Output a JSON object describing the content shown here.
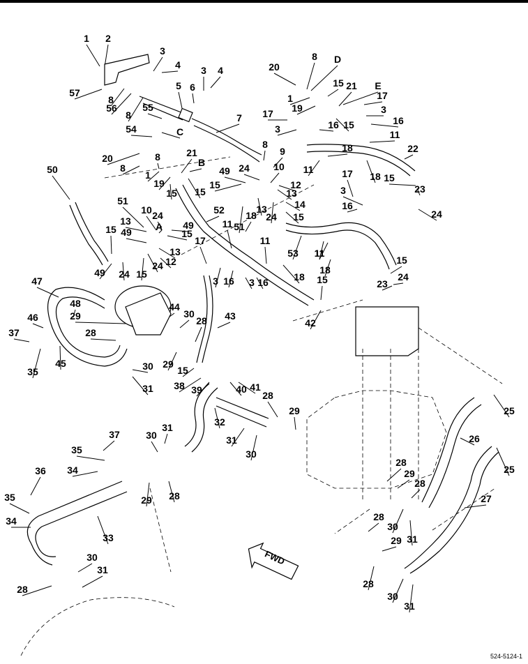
{
  "figure": {
    "id": "524-5124-1",
    "fwd_label": "FWD",
    "callouts": [
      {
        "id": "c1",
        "t": "1"
      },
      {
        "id": "c2",
        "t": "2"
      },
      {
        "id": "c3a",
        "t": "3"
      },
      {
        "id": "c4a",
        "t": "4"
      },
      {
        "id": "c57",
        "t": "57"
      },
      {
        "id": "c8a",
        "t": "8"
      },
      {
        "id": "c56",
        "t": "56"
      },
      {
        "id": "c8b",
        "t": "8"
      },
      {
        "id": "c5",
        "t": "5"
      },
      {
        "id": "c6",
        "t": "6"
      },
      {
        "id": "c3b",
        "t": "3"
      },
      {
        "id": "c4b",
        "t": "4"
      },
      {
        "id": "c55",
        "t": "55"
      },
      {
        "id": "c7",
        "t": "7"
      },
      {
        "id": "c54",
        "t": "54"
      },
      {
        "id": "cC",
        "t": "C"
      },
      {
        "id": "c20a",
        "t": "20"
      },
      {
        "id": "c8c",
        "t": "8"
      },
      {
        "id": "cD",
        "t": "D"
      },
      {
        "id": "c15a",
        "t": "15"
      },
      {
        "id": "c21a",
        "t": "21"
      },
      {
        "id": "cE",
        "t": "E"
      },
      {
        "id": "c1b",
        "t": "1"
      },
      {
        "id": "c19a",
        "t": "19"
      },
      {
        "id": "c17a",
        "t": "17"
      },
      {
        "id": "c3c",
        "t": "3"
      },
      {
        "id": "c16a",
        "t": "16"
      },
      {
        "id": "c15b",
        "t": "15"
      },
      {
        "id": "c3d",
        "t": "3"
      },
      {
        "id": "c16b",
        "t": "16"
      },
      {
        "id": "c11a",
        "t": "11"
      },
      {
        "id": "c18a",
        "t": "18"
      },
      {
        "id": "c22",
        "t": "22"
      },
      {
        "id": "c11b",
        "t": "11"
      },
      {
        "id": "c18b",
        "t": "18"
      },
      {
        "id": "c20b",
        "t": "20"
      },
      {
        "id": "c8d",
        "t": "8"
      },
      {
        "id": "c8e",
        "t": "8"
      },
      {
        "id": "c21b",
        "t": "21"
      },
      {
        "id": "cB",
        "t": "B"
      },
      {
        "id": "c1c",
        "t": "1"
      },
      {
        "id": "c19b",
        "t": "19"
      },
      {
        "id": "c15c",
        "t": "15"
      },
      {
        "id": "c8f",
        "t": "8"
      },
      {
        "id": "c9",
        "t": "9"
      },
      {
        "id": "c24a",
        "t": "24"
      },
      {
        "id": "c10a",
        "t": "10"
      },
      {
        "id": "c49a",
        "t": "49"
      },
      {
        "id": "c12a",
        "t": "12"
      },
      {
        "id": "c15d",
        "t": "15"
      },
      {
        "id": "c13a",
        "t": "13"
      },
      {
        "id": "c14",
        "t": "14"
      },
      {
        "id": "c15e",
        "t": "15"
      },
      {
        "id": "c13b",
        "t": "13"
      },
      {
        "id": "c24b",
        "t": "24"
      },
      {
        "id": "c15f",
        "t": "15"
      },
      {
        "id": "c50",
        "t": "50"
      },
      {
        "id": "c17b",
        "t": "17"
      },
      {
        "id": "c3e",
        "t": "3"
      },
      {
        "id": "c16c",
        "t": "16"
      },
      {
        "id": "c23a",
        "t": "23"
      },
      {
        "id": "c24c",
        "t": "24"
      },
      {
        "id": "c15g",
        "t": "15"
      },
      {
        "id": "c51a",
        "t": "51"
      },
      {
        "id": "c10b",
        "t": "10"
      },
      {
        "id": "c24d",
        "t": "24"
      },
      {
        "id": "c52",
        "t": "52"
      },
      {
        "id": "c13c",
        "t": "13"
      },
      {
        "id": "c49b",
        "t": "49"
      },
      {
        "id": "cA",
        "t": "A"
      },
      {
        "id": "c15h",
        "t": "15"
      },
      {
        "id": "c51b",
        "t": "51"
      },
      {
        "id": "c18c",
        "t": "18"
      },
      {
        "id": "c11c",
        "t": "11"
      },
      {
        "id": "c53",
        "t": "53"
      },
      {
        "id": "c11d",
        "t": "11"
      },
      {
        "id": "c49c",
        "t": "49"
      },
      {
        "id": "c13d",
        "t": "13"
      },
      {
        "id": "c12b",
        "t": "12"
      },
      {
        "id": "c15i",
        "t": "15"
      },
      {
        "id": "c24e",
        "t": "24"
      },
      {
        "id": "c15j",
        "t": "15"
      },
      {
        "id": "c49d",
        "t": "49"
      },
      {
        "id": "c17c",
        "t": "17"
      },
      {
        "id": "c11e",
        "t": "11"
      },
      {
        "id": "c11f",
        "t": "11"
      },
      {
        "id": "c18d",
        "t": "18"
      },
      {
        "id": "c24f",
        "t": "24"
      },
      {
        "id": "c15k",
        "t": "15"
      },
      {
        "id": "c3f",
        "t": "3"
      },
      {
        "id": "c16d",
        "t": "16"
      },
      {
        "id": "c23b",
        "t": "23"
      },
      {
        "id": "c24g",
        "t": "24"
      },
      {
        "id": "c18e",
        "t": "18"
      },
      {
        "id": "c47",
        "t": "47"
      },
      {
        "id": "c17d",
        "t": "17"
      },
      {
        "id": "c3g",
        "t": "3"
      },
      {
        "id": "c16e",
        "t": "16"
      },
      {
        "id": "c15l",
        "t": "15"
      },
      {
        "id": "c48",
        "t": "48"
      },
      {
        "id": "c44",
        "t": "44"
      },
      {
        "id": "c29a",
        "t": "29"
      },
      {
        "id": "c30a",
        "t": "30"
      },
      {
        "id": "c28a",
        "t": "28"
      },
      {
        "id": "c43",
        "t": "43"
      },
      {
        "id": "c42",
        "t": "42"
      },
      {
        "id": "c46",
        "t": "46"
      },
      {
        "id": "c37a",
        "t": "37"
      },
      {
        "id": "c28b",
        "t": "28"
      },
      {
        "id": "c35a",
        "t": "35"
      },
      {
        "id": "c45",
        "t": "45"
      },
      {
        "id": "c29b",
        "t": "29"
      },
      {
        "id": "c15m",
        "t": "15"
      },
      {
        "id": "c30b",
        "t": "30"
      },
      {
        "id": "c38",
        "t": "38"
      },
      {
        "id": "c40",
        "t": "40"
      },
      {
        "id": "c41",
        "t": "41"
      },
      {
        "id": "c39",
        "t": "39"
      },
      {
        "id": "c31a",
        "t": "31"
      },
      {
        "id": "c32",
        "t": "32"
      },
      {
        "id": "c28c",
        "t": "28"
      },
      {
        "id": "c29c",
        "t": "29"
      },
      {
        "id": "c31b",
        "t": "31"
      },
      {
        "id": "c30c",
        "t": "30"
      },
      {
        "id": "c25a",
        "t": "25"
      },
      {
        "id": "c26",
        "t": "26"
      },
      {
        "id": "c37b",
        "t": "37"
      },
      {
        "id": "c30d",
        "t": "30"
      },
      {
        "id": "c31c",
        "t": "31"
      },
      {
        "id": "c25b",
        "t": "25"
      },
      {
        "id": "c35b",
        "t": "35"
      },
      {
        "id": "c34a",
        "t": "34"
      },
      {
        "id": "c29d",
        "t": "29"
      },
      {
        "id": "c28d",
        "t": "28"
      },
      {
        "id": "c36",
        "t": "36"
      },
      {
        "id": "c28e",
        "t": "28"
      },
      {
        "id": "c29e",
        "t": "29"
      },
      {
        "id": "c28f",
        "t": "28"
      },
      {
        "id": "c27",
        "t": "27"
      },
      {
        "id": "c35c",
        "t": "35"
      },
      {
        "id": "c33",
        "t": "33"
      },
      {
        "id": "c30e",
        "t": "30"
      },
      {
        "id": "c31d",
        "t": "31"
      },
      {
        "id": "c34b",
        "t": "34"
      },
      {
        "id": "c28g",
        "t": "28"
      },
      {
        "id": "c29f",
        "t": "29"
      },
      {
        "id": "c30f",
        "t": "30"
      },
      {
        "id": "c31e",
        "t": "31"
      },
      {
        "id": "c28h",
        "t": "28"
      },
      {
        "id": "c30g",
        "t": "30"
      },
      {
        "id": "c31f",
        "t": "31"
      },
      {
        "id": "c28i",
        "t": "28"
      }
    ]
  }
}
